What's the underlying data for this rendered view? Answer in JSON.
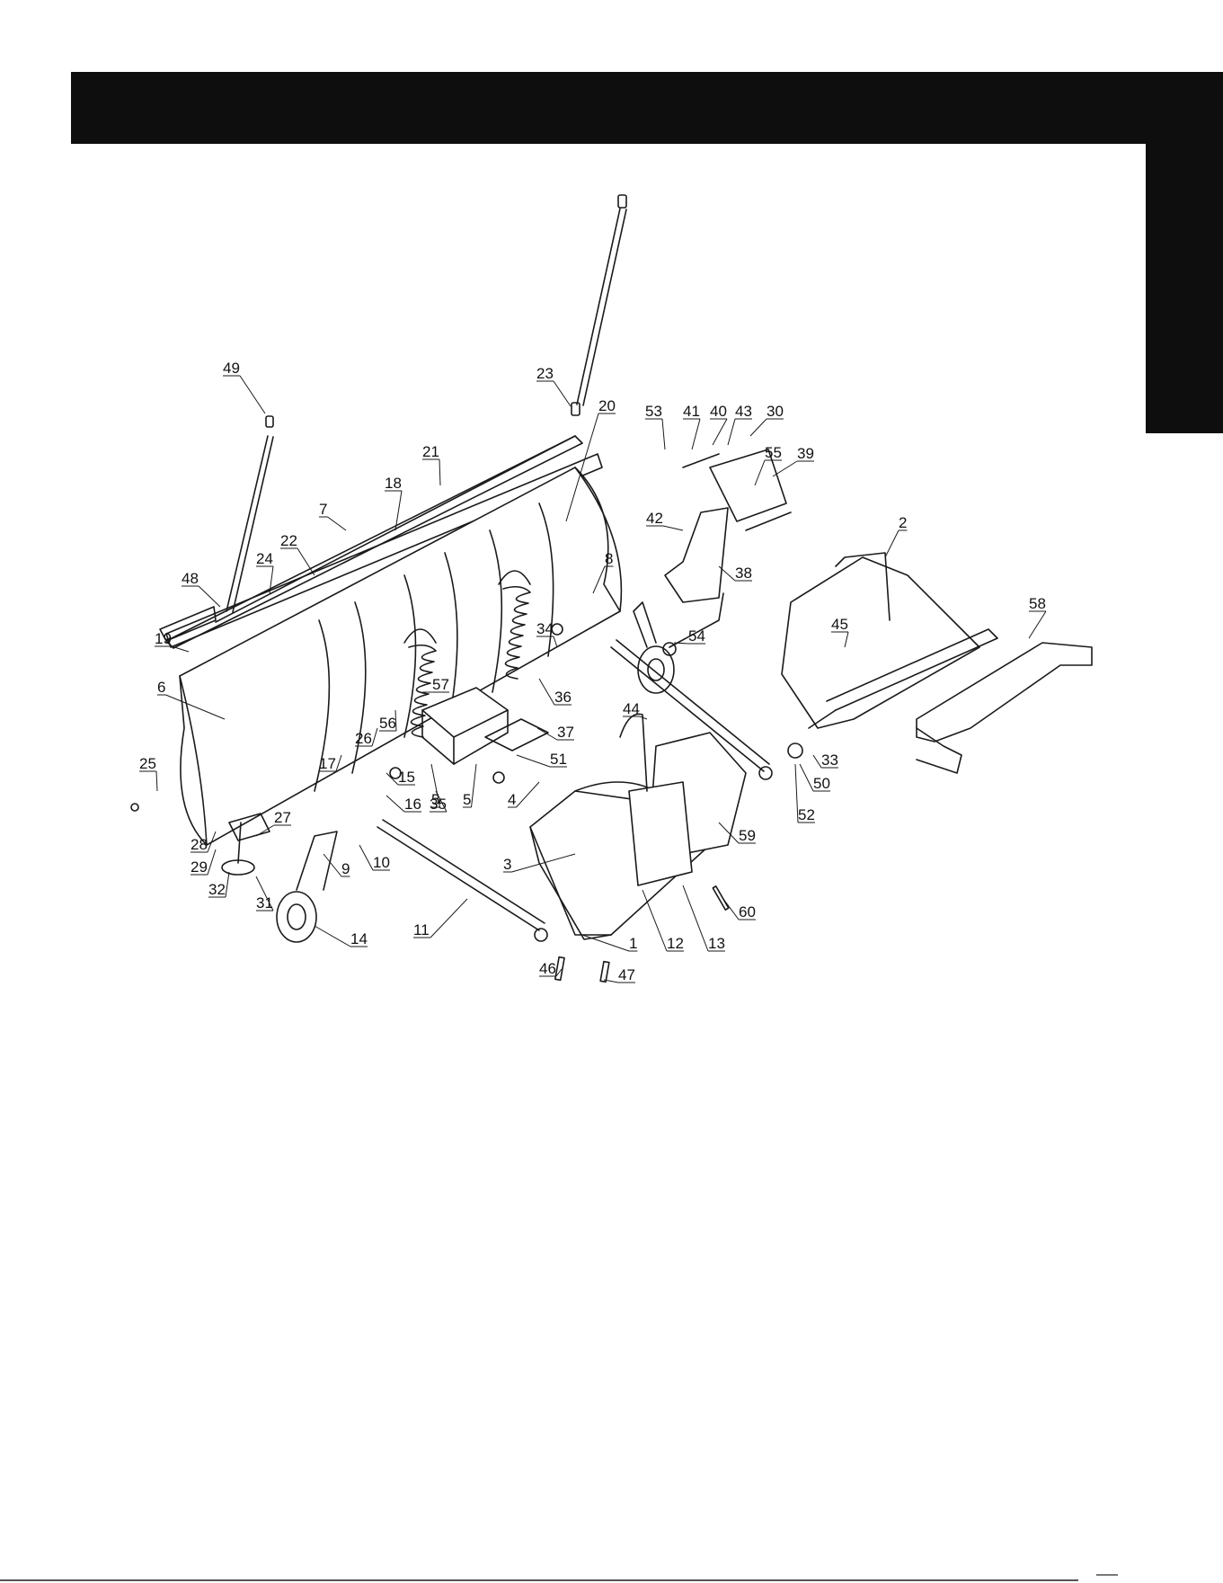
{
  "colors": {
    "header": "#0e0e0e",
    "line": "#1a1a1a",
    "background": "#ffffff"
  },
  "callouts": [
    {
      "label": "1"
    },
    {
      "label": "2"
    },
    {
      "label": "3"
    },
    {
      "label": "4"
    },
    {
      "label": "5"
    },
    {
      "label": "5"
    },
    {
      "label": "6"
    },
    {
      "label": "7"
    },
    {
      "label": "8"
    },
    {
      "label": "9"
    },
    {
      "label": "10"
    },
    {
      "label": "11"
    },
    {
      "label": "12"
    },
    {
      "label": "13"
    },
    {
      "label": "14"
    },
    {
      "label": "15"
    },
    {
      "label": "16"
    },
    {
      "label": "17"
    },
    {
      "label": "18"
    },
    {
      "label": "19"
    },
    {
      "label": "20"
    },
    {
      "label": "21"
    },
    {
      "label": "22"
    },
    {
      "label": "23"
    },
    {
      "label": "24"
    },
    {
      "label": "25"
    },
    {
      "label": "26"
    },
    {
      "label": "27"
    },
    {
      "label": "28"
    },
    {
      "label": "29"
    },
    {
      "label": "30"
    },
    {
      "label": "31"
    },
    {
      "label": "32"
    },
    {
      "label": "33"
    },
    {
      "label": "34"
    },
    {
      "label": "35"
    },
    {
      "label": "36"
    },
    {
      "label": "37"
    },
    {
      "label": "38"
    },
    {
      "label": "39"
    },
    {
      "label": "40"
    },
    {
      "label": "41"
    },
    {
      "label": "42"
    },
    {
      "label": "43"
    },
    {
      "label": "44"
    },
    {
      "label": "45"
    },
    {
      "label": "46"
    },
    {
      "label": "47"
    },
    {
      "label": "48"
    },
    {
      "label": "49"
    },
    {
      "label": "50"
    },
    {
      "label": "51"
    },
    {
      "label": "52"
    },
    {
      "label": "53"
    },
    {
      "label": "54"
    },
    {
      "label": "55"
    },
    {
      "label": "56"
    },
    {
      "label": "57"
    },
    {
      "label": "58"
    },
    {
      "label": "59"
    },
    {
      "label": "60"
    }
  ]
}
